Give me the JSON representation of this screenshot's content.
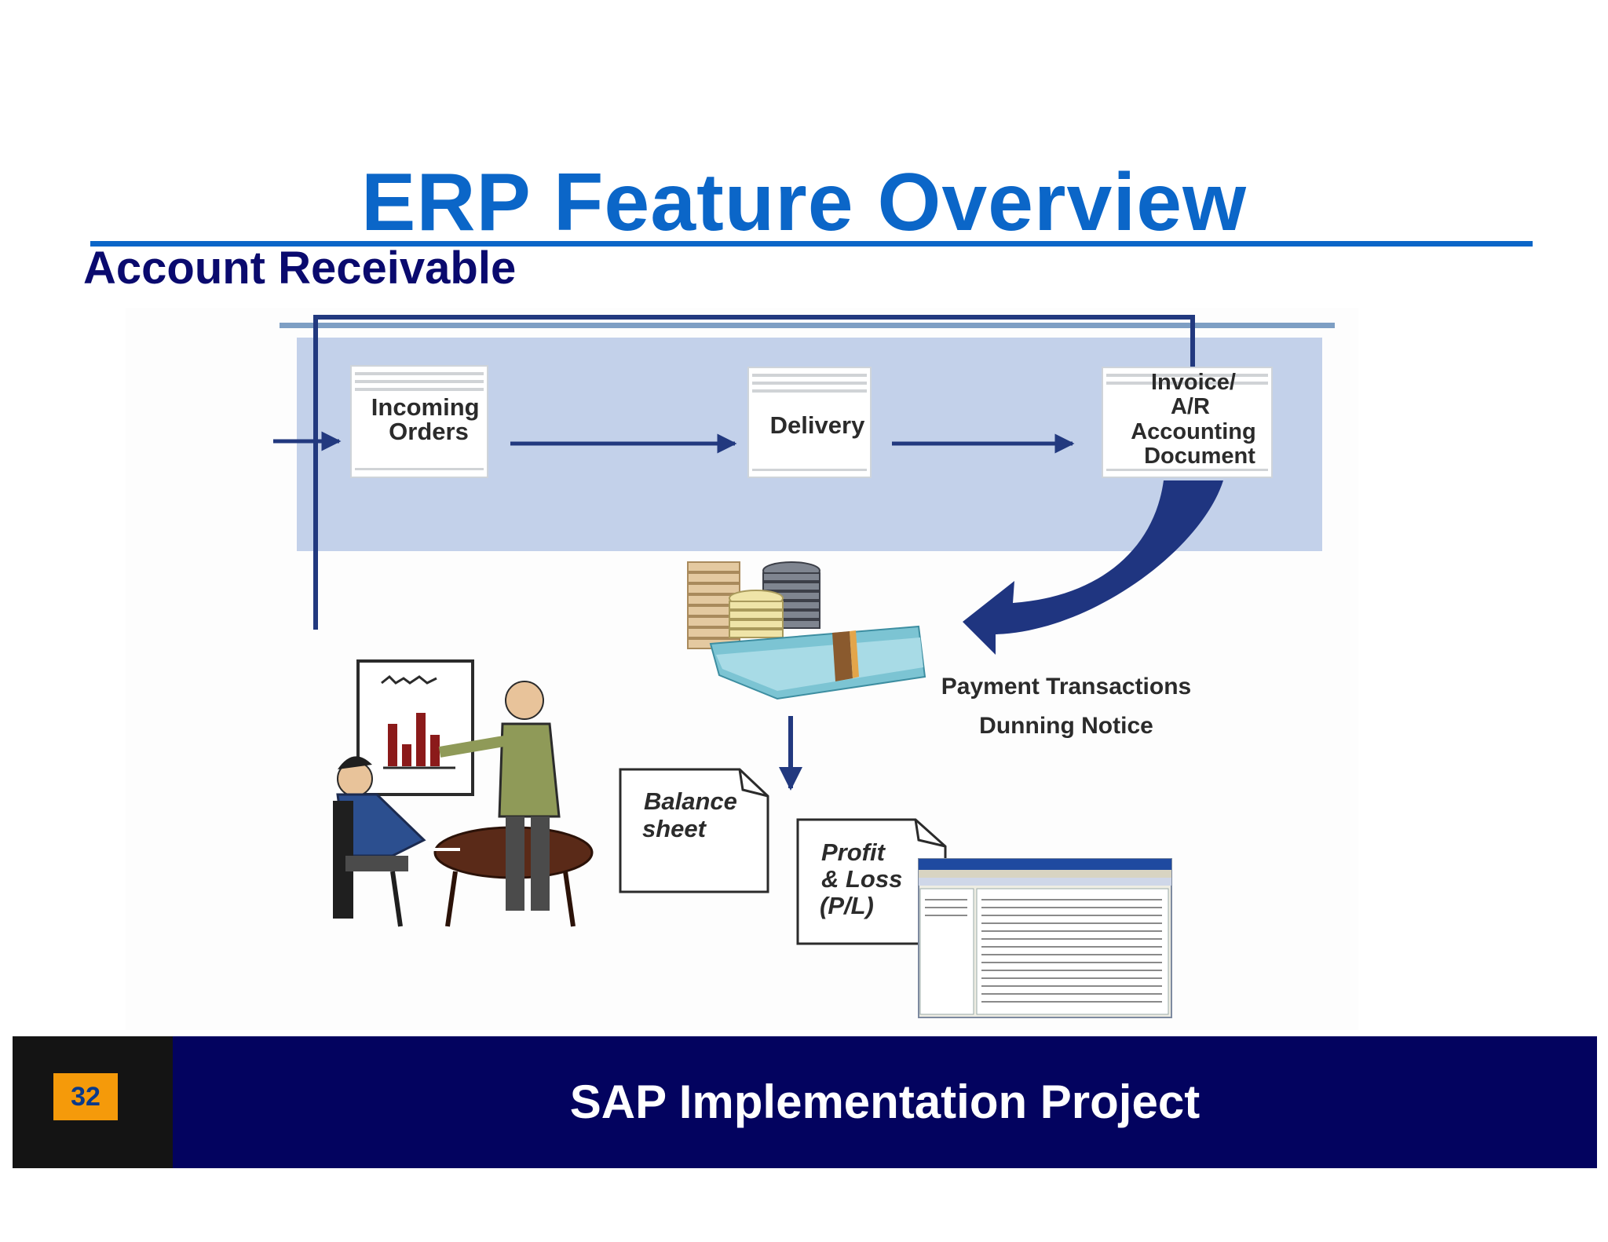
{
  "slide": {
    "title": "ERP Feature Overview",
    "subtitle": "Account Receivable",
    "page_number": "32",
    "footer_text": "SAP Implementation Project"
  },
  "diagram": {
    "documents": {
      "incoming_orders": [
        "Incoming",
        "Orders"
      ],
      "delivery": [
        "Delivery"
      ],
      "invoice": [
        "Invoice/",
        "A/R",
        "Accounting",
        "Document"
      ]
    },
    "payment_transactions": "Payment Transactions",
    "dunning_notice": "Dunning Notice",
    "balance_sheet": [
      "Balance",
      "sheet"
    ],
    "profit_loss": [
      "Profit",
      "& Loss",
      "(P/L)"
    ]
  },
  "colors": {
    "title": "#0b66c8",
    "subtitle": "#0a0a6e",
    "process_band": "#c3d1ea",
    "flow_line": "#22397f",
    "footer_bg": "#03035f",
    "page_badge": "#f59a0a"
  }
}
